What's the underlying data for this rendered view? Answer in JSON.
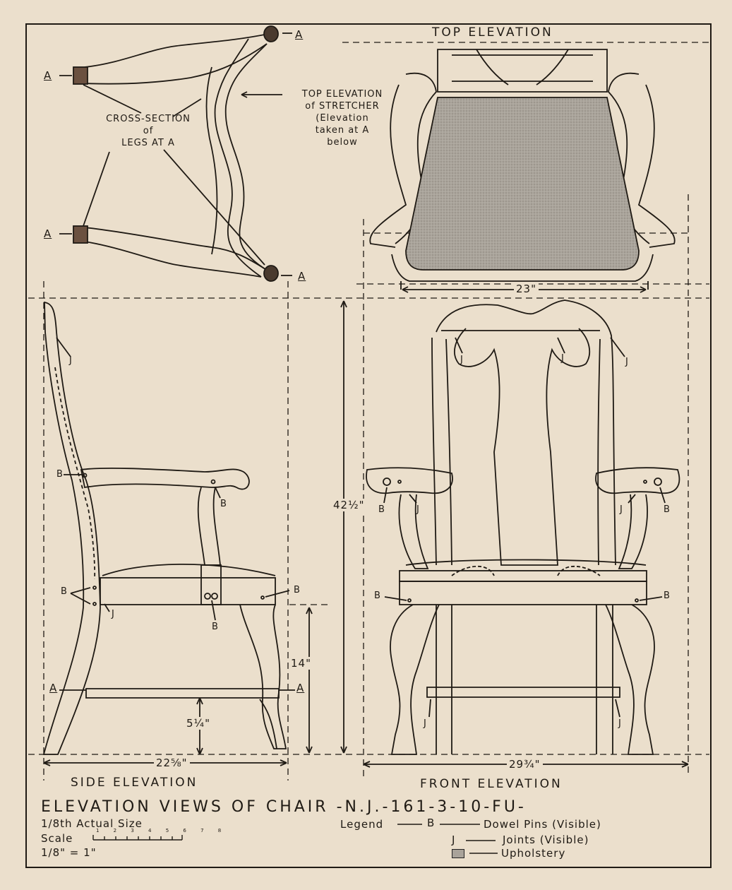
{
  "views": {
    "top_title": "TOP ELEVATION",
    "side_title": "SIDE ELEVATION",
    "front_title": "FRONT ELEVATION"
  },
  "stretcher": {
    "cross_section": [
      "CROSS-SECTION",
      "of",
      "LEGS AT A"
    ],
    "note": [
      "TOP ELEVATION",
      "of STRETCHER",
      "(Elevation",
      "taken at A",
      "below"
    ],
    "point": "A"
  },
  "markers": {
    "dowel": "B",
    "joint": "J",
    "section": "A"
  },
  "dimensions": {
    "top_width": "23\"",
    "height": "42½\"",
    "seat_height": "14\"",
    "stretcher_height": "5¼\"",
    "side_depth": "22⅝\"",
    "front_width": "29¾\""
  },
  "title_block": {
    "title": "ELEVATION VIEWS OF CHAIR -N.J.-161-3-10-FU-",
    "size_note": "1/8th Actual Size",
    "scale_label": "Scale",
    "scale_ticks": "1 2 3 4 5 6 7 8",
    "scale_ratio": "1/8\" = 1\"",
    "legend_label": "Legend",
    "legend_items": [
      {
        "key": "B",
        "text": "Dowel Pins (Visible)"
      },
      {
        "key": "J",
        "text": "Joints (Visible)"
      },
      {
        "key": "",
        "text": "Upholstery"
      }
    ]
  },
  "colors": {
    "paper": "#ebdfcc",
    "ink": "#1f1a14",
    "upholstery": "#a9a39a"
  }
}
